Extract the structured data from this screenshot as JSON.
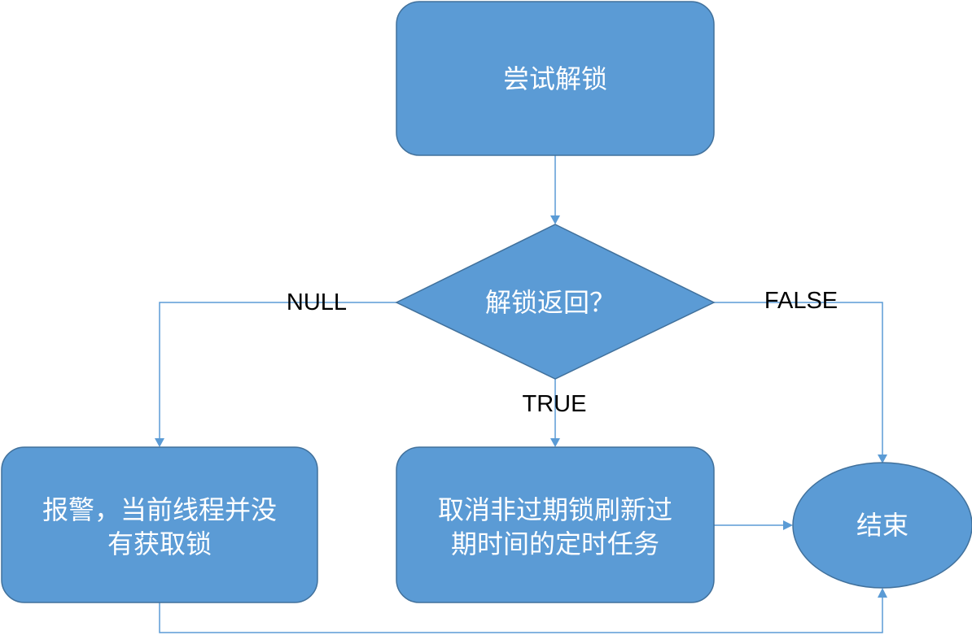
{
  "nodes": {
    "start": {
      "label": "尝试解锁"
    },
    "decision": {
      "label": "解锁返回？"
    },
    "alarm": {
      "line1": "报警，当前线程并没",
      "line2": "有获取锁"
    },
    "cancel_task": {
      "line1": "取消非过期锁刷新过",
      "line2": "期时间的定时任务"
    },
    "end": {
      "label": "结束"
    }
  },
  "edges": {
    "null_label": "NULL",
    "true_label": "TRUE",
    "false_label": "FALSE"
  },
  "colors": {
    "node_fill": "#5b9bd5",
    "node_border": "#41719c",
    "connector": "#5b9bd5",
    "node_text": "#ffffff",
    "edge_label_text": "#000000"
  }
}
